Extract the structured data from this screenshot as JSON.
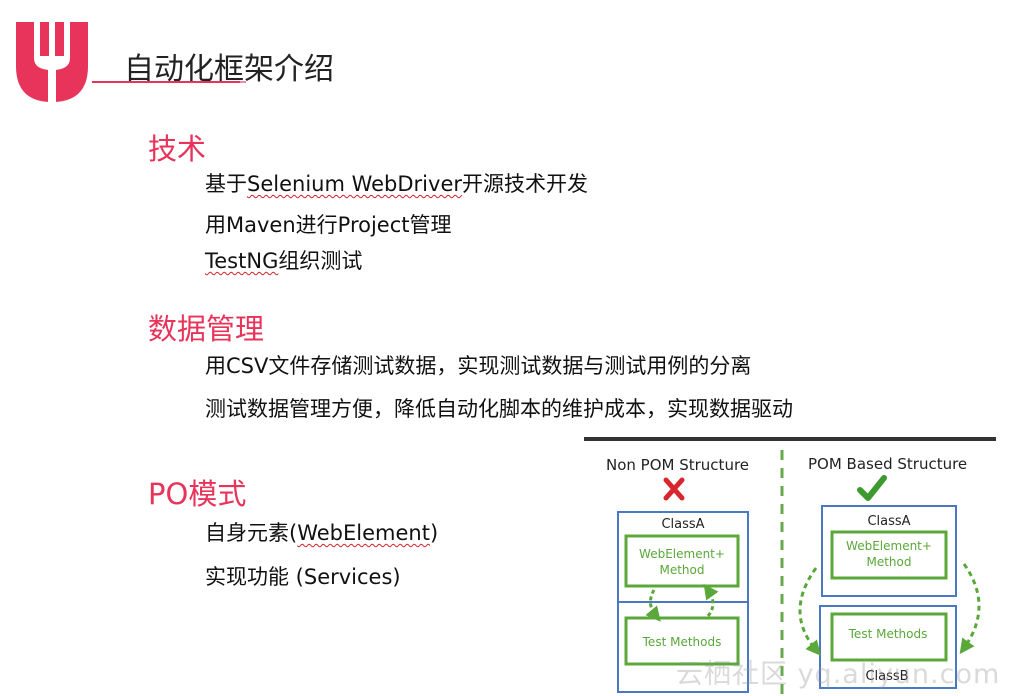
{
  "title": "自动化框架介绍",
  "sections": [
    {
      "heading": "技术",
      "items": [
        {
          "before": "基于",
          "squiggly": "Selenium WebDriver",
          "after": "开源技术开发"
        },
        {
          "before": "用Maven进行Project管理",
          "squiggly": "",
          "after": ""
        },
        {
          "before": "",
          "squiggly": "TestNG",
          "after": "组织测试"
        }
      ]
    },
    {
      "heading": "数据管理",
      "items": [
        {
          "before": "用CSV文件存储测试数据，实现测试数据与测试用例的分离",
          "squiggly": "",
          "after": ""
        },
        {
          "before": "测试数据管理方便，降低自动化脚本的维护成本，实现数据驱动",
          "squiggly": "",
          "after": ""
        }
      ]
    },
    {
      "heading": "PO模式",
      "items": [
        {
          "before": "自身元素(",
          "squiggly": "WebElement",
          "after": ")"
        },
        {
          "before": "实现功能 (Services)",
          "squiggly": "",
          "after": ""
        }
      ]
    }
  ],
  "diagram": {
    "left_title": "Non POM Structure",
    "right_title": "POM Based Structure",
    "left_class_a": "ClassA",
    "right_class_a": "ClassA",
    "right_class_b": "ClassB",
    "left_webelement": "WebElement+",
    "left_method": "Method",
    "right_webelement": "WebElement+",
    "right_method": "Method",
    "left_test": "Test Methods",
    "right_test": "Test Methods",
    "cross_icon": "red-cross-icon",
    "check_icon": "green-check-icon"
  },
  "watermark": "云栖社区 yq.aliyun.com",
  "colors": {
    "accent": "#e8335a",
    "box_blue": "#4a78c2",
    "box_green": "#5aa83a",
    "wavy": "#d0202a"
  }
}
